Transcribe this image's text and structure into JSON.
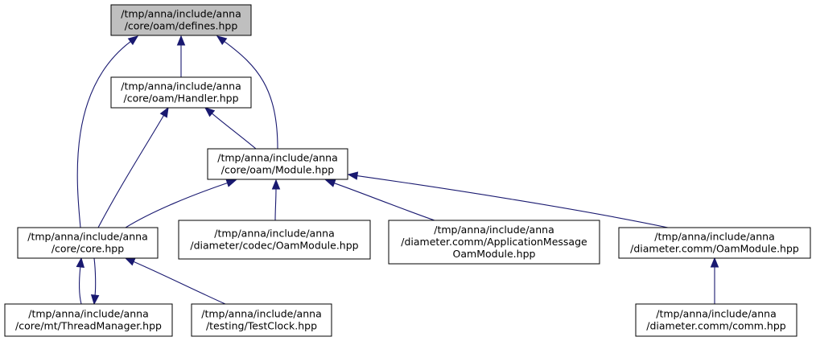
{
  "nodes": [
    {
      "id": "defines",
      "lines": [
        "/tmp/anna/include/anna",
        "/core/oam/defines.hpp"
      ],
      "highlighted": true
    },
    {
      "id": "handler",
      "lines": [
        "/tmp/anna/include/anna",
        "/core/oam/Handler.hpp"
      ]
    },
    {
      "id": "module",
      "lines": [
        "/tmp/anna/include/anna",
        "/core/oam/Module.hpp"
      ]
    },
    {
      "id": "core",
      "lines": [
        "/tmp/anna/include/anna",
        "/core/core.hpp"
      ]
    },
    {
      "id": "codec",
      "lines": [
        "/tmp/anna/include/anna",
        "/diameter/codec/OamModule.hpp"
      ]
    },
    {
      "id": "appmsg",
      "lines": [
        "/tmp/anna/include/anna",
        "/diameter.comm/ApplicationMessage",
        "OamModule.hpp"
      ]
    },
    {
      "id": "commoam",
      "lines": [
        "/tmp/anna/include/anna",
        "/diameter.comm/OamModule.hpp"
      ]
    },
    {
      "id": "threadmgr",
      "lines": [
        "/tmp/anna/include/anna",
        "/core/mt/ThreadManager.hpp"
      ]
    },
    {
      "id": "testclock",
      "lines": [
        "/tmp/anna/include/anna",
        "/testing/TestClock.hpp"
      ]
    },
    {
      "id": "comm",
      "lines": [
        "/tmp/anna/include/anna",
        "/diameter.comm/comm.hpp"
      ]
    }
  ],
  "edges": [
    {
      "from": "handler",
      "to": "defines"
    },
    {
      "from": "core",
      "to": "defines"
    },
    {
      "from": "module",
      "to": "defines"
    },
    {
      "from": "core",
      "to": "handler"
    },
    {
      "from": "module",
      "to": "handler"
    },
    {
      "from": "core",
      "to": "module"
    },
    {
      "from": "codec",
      "to": "module"
    },
    {
      "from": "appmsg",
      "to": "module"
    },
    {
      "from": "commoam",
      "to": "module"
    },
    {
      "from": "threadmgr",
      "to": "core"
    },
    {
      "from": "core",
      "to": "threadmgr"
    },
    {
      "from": "testclock",
      "to": "core"
    },
    {
      "from": "comm",
      "to": "commoam"
    }
  ],
  "colors": {
    "highlight_fill": "#bfbfbf",
    "node_fill": "#ffffff",
    "node_stroke": "#000000",
    "edge": "#191970"
  }
}
